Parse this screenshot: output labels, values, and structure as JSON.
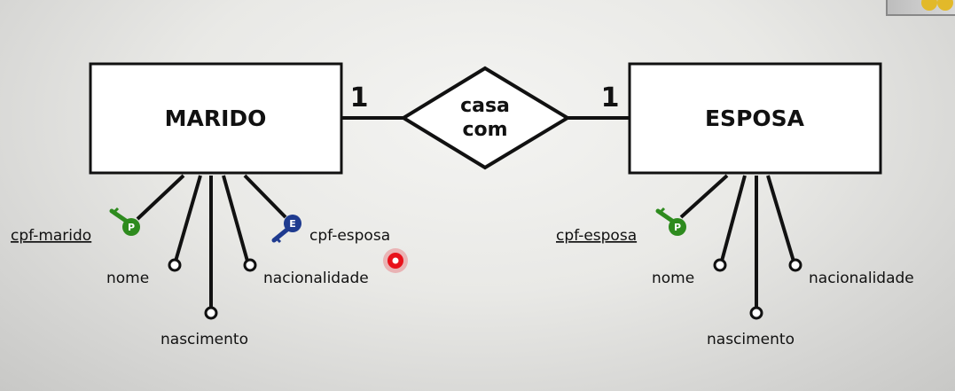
{
  "entities": {
    "left": "MARIDO",
    "right": "ESPOSA"
  },
  "relationship": {
    "line1": "casa",
    "line2": "com",
    "card_left": "1",
    "card_right": "1"
  },
  "marido_attrs": {
    "pk": "cpf-marido",
    "pk_key_letter": "P",
    "fk": "cpf-esposa",
    "fk_key_letter": "E",
    "nome": "nome",
    "nascimento": "nascimento",
    "nacionalidade": "nacionalidade"
  },
  "esposa_attrs": {
    "pk": "cpf-esposa",
    "pk_key_letter": "P",
    "nome": "nome",
    "nascimento": "nascimento",
    "nacionalidade": "nacionalidade"
  },
  "colors": {
    "primary_key": "#2e8b1e",
    "foreign_key": "#1f3b8f",
    "cursor": "#e8111a"
  }
}
